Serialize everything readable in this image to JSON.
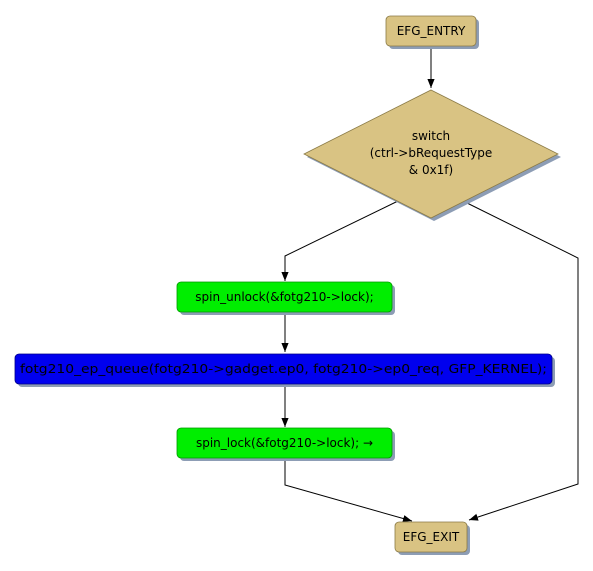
{
  "colors": {
    "entry_exit_fill": "#d9c383",
    "decision_fill": "#d9c383",
    "action_green": "#00ee00",
    "action_blue": "#0000ee",
    "shadow": "#8d9db5",
    "edge": "#000000"
  },
  "nodes": {
    "entry": {
      "label": "EFG_ENTRY"
    },
    "decision": {
      "line1": "switch",
      "line2": "(ctrl->bRequestType",
      "line3": "& 0x1f)"
    },
    "spin_unlock": {
      "label": "spin_unlock(&fotg210->lock);"
    },
    "ep_queue": {
      "label": "fotg210_ep_queue(fotg210->gadget.ep0, fotg210->ep0_req, GFP_KERNEL);"
    },
    "spin_lock": {
      "label": "spin_lock(&fotg210->lock); →"
    },
    "exit": {
      "label": "EFG_EXIT"
    }
  }
}
